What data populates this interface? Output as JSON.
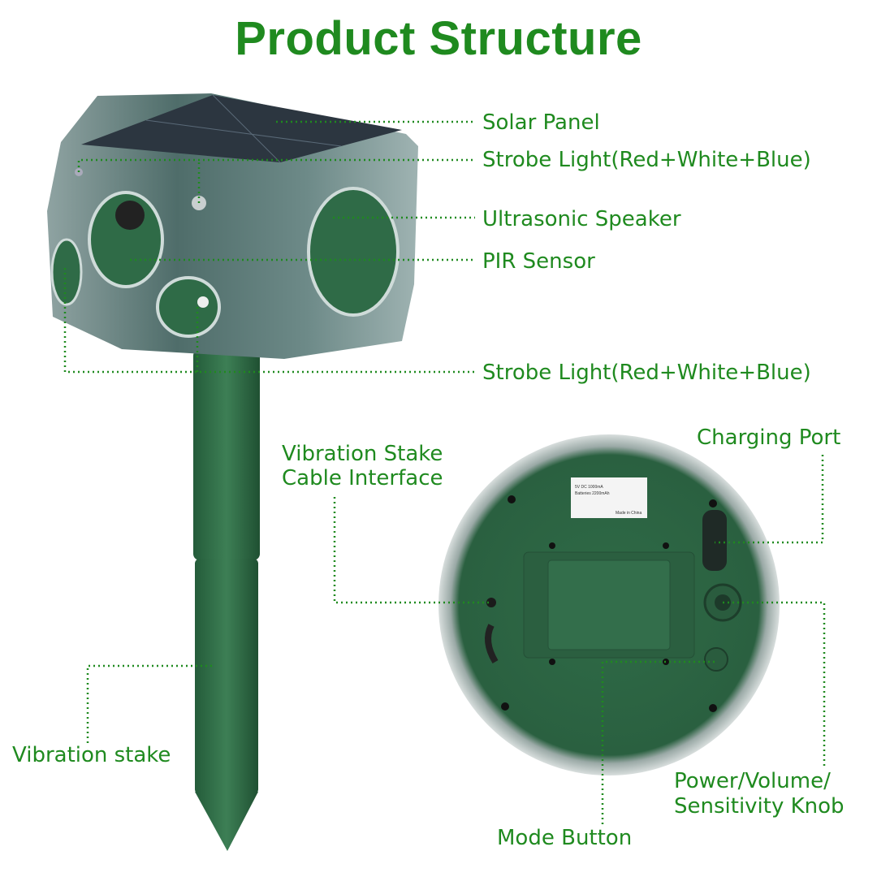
{
  "title": "Product Structure",
  "colors": {
    "accent": "#1f8a1f",
    "device_green": "#2f6e46",
    "housing": "#5f7d7a"
  },
  "labels": {
    "solar_panel": "Solar Panel",
    "strobe_top": "Strobe Light(Red+White+Blue)",
    "ultrasonic_speaker": "Ultrasonic Speaker",
    "pir_sensor": "PIR Sensor",
    "strobe_bottom": "Strobe Light(Red+White+Blue)",
    "cable_interface_line1": "Vibration Stake",
    "cable_interface_line2": "Cable Interface",
    "charging_port": "Charging Port",
    "knob_line1": "Power/Volume/",
    "knob_line2": "Sensitivity Knob",
    "mode_button": "Mode Button",
    "vibration_stake": "Vibration stake"
  },
  "device_label": {
    "spec": "5V DC 1000mA",
    "battery": "Batteries 2200mAh",
    "origin": "Made in China"
  }
}
